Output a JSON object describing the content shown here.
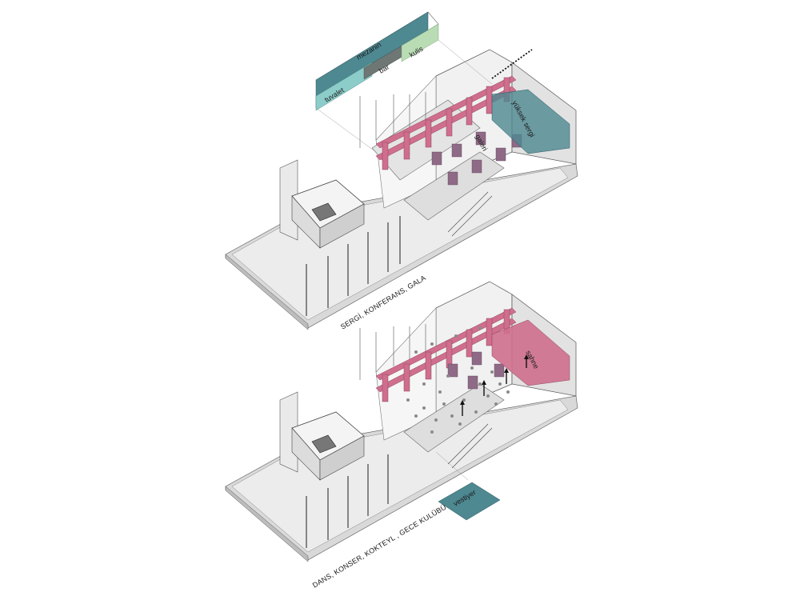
{
  "diagram": {
    "top": {
      "caption": "SERGİ, KONFERANS, GALA",
      "labels": {
        "mezanin": "mezanin",
        "bar": "bar",
        "kulis": "kulis",
        "tuvalet": "tuvalet",
        "yuksek_sergi": "yüksek sergi",
        "galeri": "galeri"
      }
    },
    "bottom": {
      "caption": "DANS, KONSER, KOKTEYL , GECE KULÜBÜ",
      "labels": {
        "sahne": "sahne",
        "vestiyer": "vestiyer"
      }
    },
    "colors": {
      "teal_dark": "#4e8891",
      "teal_light": "#8ccdc9",
      "bar_grey": "#6f7775",
      "kulis_green": "#b9dcb5",
      "pink": "#cf6f8d",
      "mauve": "#8f6a86",
      "floor": "#e8e8e8"
    }
  }
}
